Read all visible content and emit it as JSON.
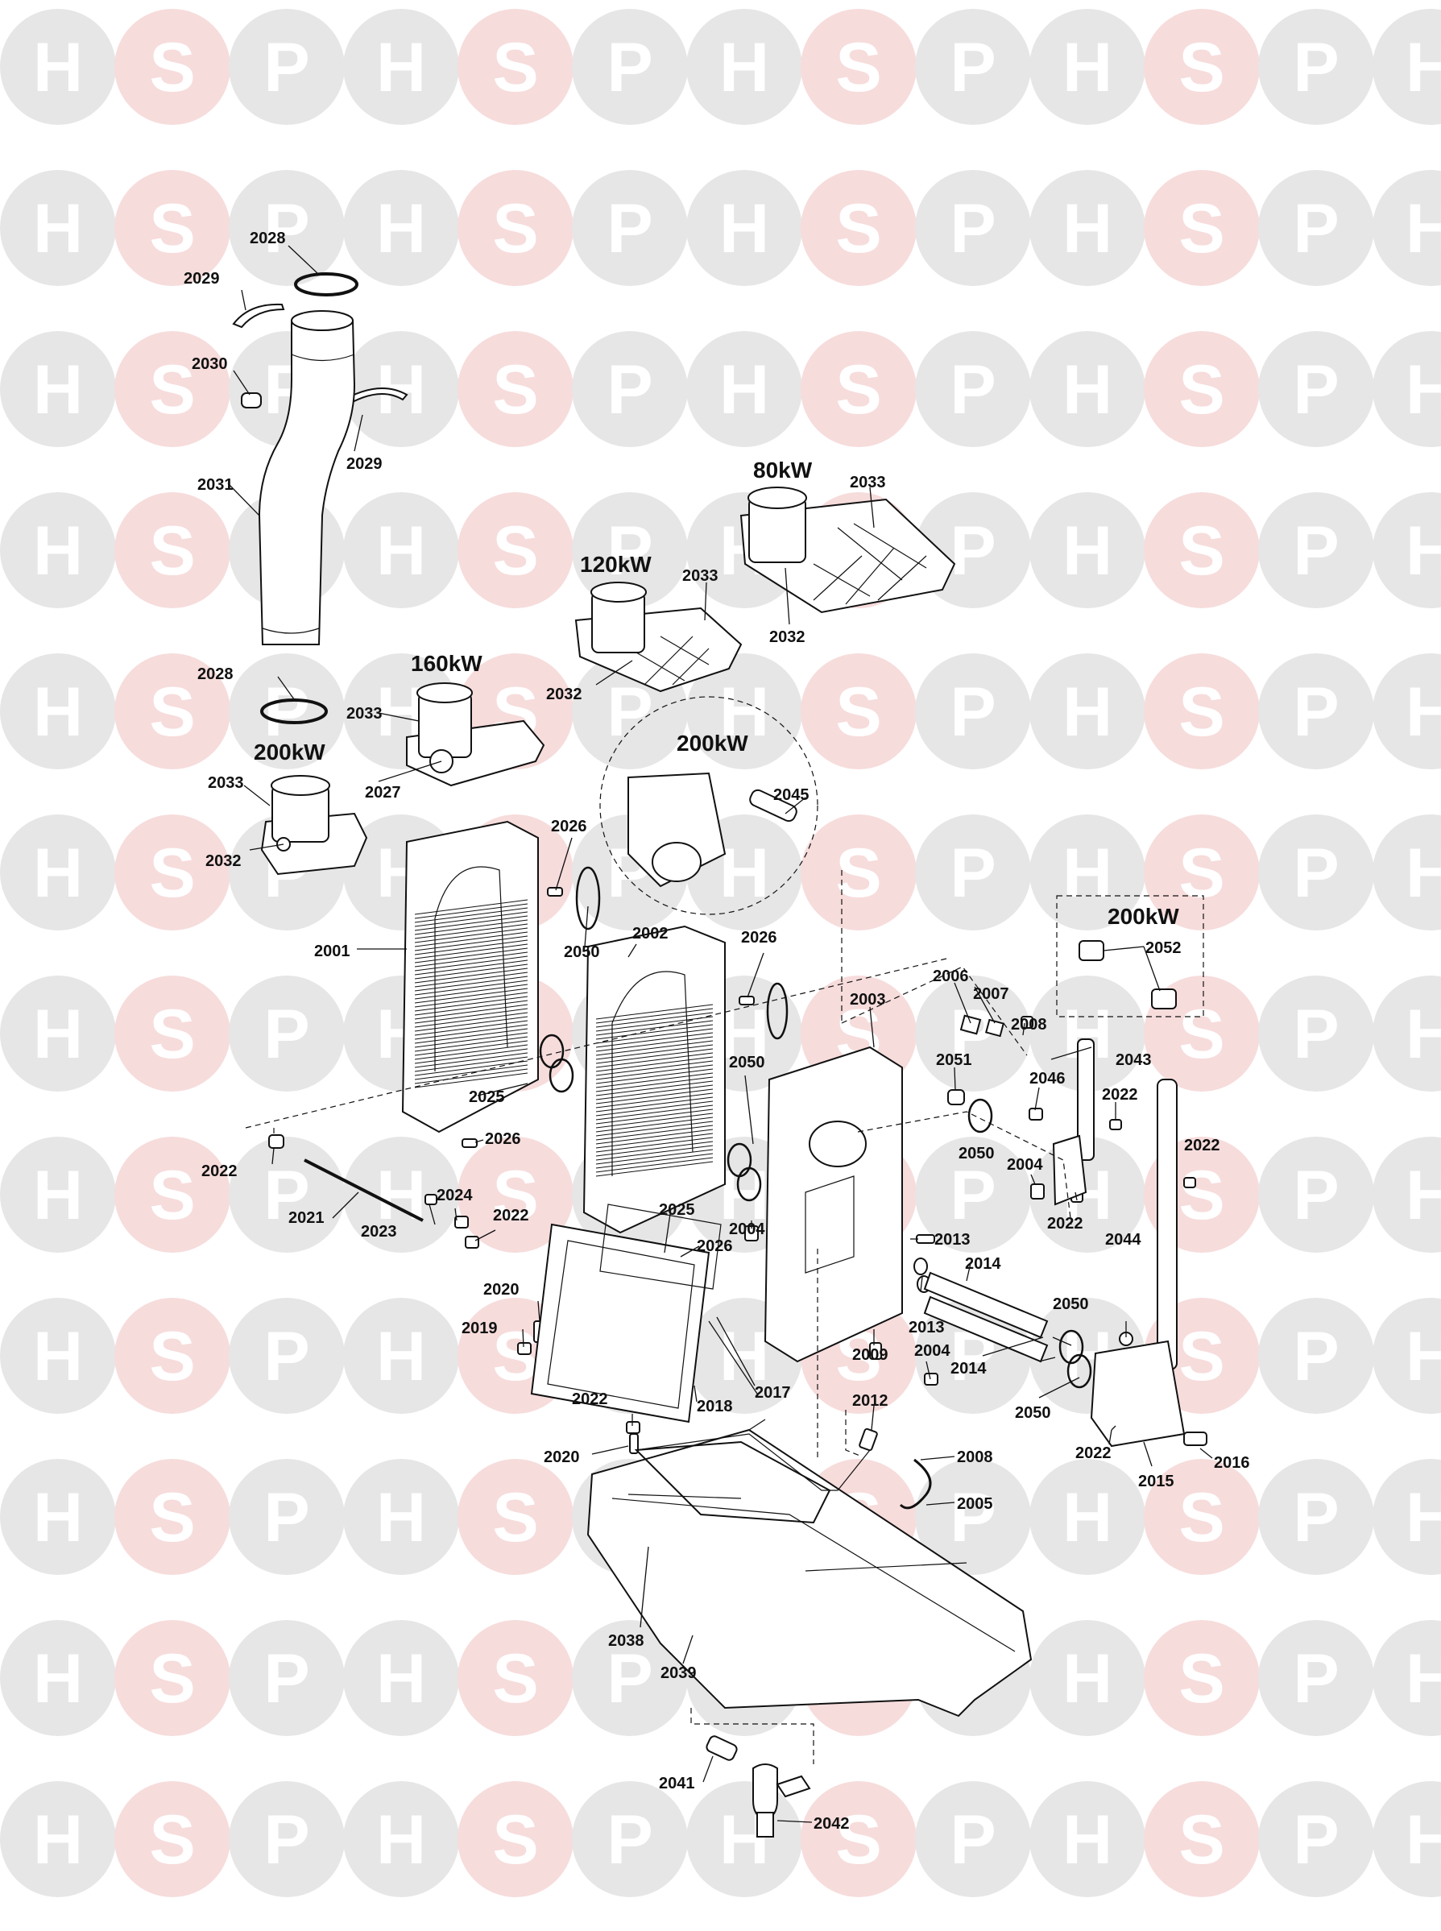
{
  "watermark": {
    "letters": [
      "H",
      "S",
      "P"
    ],
    "colors": {
      "circle_light": "#e6e6e6",
      "circle_accent": "#f7dcdc",
      "letter_light": "#ffffff"
    }
  },
  "ratings": {
    "r80": "80kW",
    "r120": "120kW",
    "r160": "160kW",
    "r200_top": "200kW",
    "r200_detail": "200kW",
    "r200_right": "200kW"
  },
  "callouts": {
    "c2028a": "2028",
    "c2029a": "2029",
    "c2030": "2030",
    "c2029b": "2029",
    "c2031": "2031",
    "c2033_80": "2033",
    "c2032_80": "2032",
    "c2033_120": "2033",
    "c2032_120": "2032",
    "c2028b": "2028",
    "c2033_160": "2033",
    "c2027": "2027",
    "c2033_200": "2033",
    "c2032_200": "2032",
    "c2045": "2045",
    "c2052": "2052",
    "c2026a": "2026",
    "c2001": "2001",
    "c2050a": "2050",
    "c2002": "2002",
    "c2026b": "2026",
    "c2003": "2003",
    "c2006": "2006",
    "c2007": "2007",
    "c2008a": "2008",
    "c2051": "2051",
    "c2043": "2043",
    "c2046": "2046",
    "c2022a": "2022",
    "c2050b": "2050",
    "c2022b": "2022",
    "c2004a": "2004",
    "c2022c": "2022",
    "c2050c": "2050",
    "c2025a": "2025",
    "c2026c": "2026",
    "c2022d": "2022",
    "c2021": "2021",
    "c2024": "2024",
    "c2022e": "2022",
    "c2023": "2023",
    "c2025b": "2025",
    "c2026d": "2026",
    "c2004b": "2004",
    "c2013a": "2013",
    "c2014a": "2014",
    "c2013b": "2013",
    "c2044": "2044",
    "c2020a": "2020",
    "c2019": "2019",
    "c2009": "2009",
    "c2004c": "2004",
    "c2014b": "2014",
    "c2050d": "2050",
    "c2050e": "2050",
    "c2018": "2018",
    "c2017": "2017",
    "c2012": "2012",
    "c2022f": "2022",
    "c2020b": "2020",
    "c2008b": "2008",
    "c2022g": "2022",
    "c2015": "2015",
    "c2016": "2016",
    "c2005": "2005",
    "c2038": "2038",
    "c2039": "2039",
    "c2041": "2041",
    "c2042": "2042"
  }
}
